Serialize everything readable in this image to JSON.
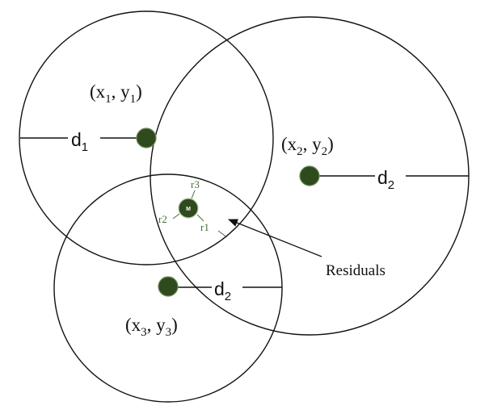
{
  "colors": {
    "node_fill": "#2f4a1d",
    "residual_label": "#4a6a3a",
    "line": "#111111"
  },
  "anchors": [
    {
      "coord_x": "x",
      "coord_x_sub": "1",
      "coord_y": "y",
      "coord_y_sub": "1",
      "distance": "d",
      "distance_sub": "1"
    },
    {
      "coord_x": "x",
      "coord_x_sub": "2",
      "coord_y": "y",
      "coord_y_sub": "2",
      "distance": "d",
      "distance_sub": "2"
    },
    {
      "coord_x": "x",
      "coord_x_sub": "3",
      "coord_y": "y",
      "coord_y_sub": "3",
      "distance": "d",
      "distance_sub": "2"
    }
  ],
  "estimate_label": "M",
  "residuals": [
    "r1",
    "r2",
    "r3"
  ],
  "annotation": "Residuals"
}
